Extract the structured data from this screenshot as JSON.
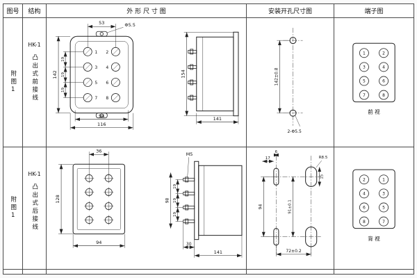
{
  "header": {
    "figure": "图号",
    "structure": "结构",
    "outline": "外 形 尺 寸 图",
    "mounting": "安装开孔尺寸图",
    "terminal": "端子图"
  },
  "row1": {
    "figure": "附图1",
    "model": "HK-1",
    "type": "凸出式前接线",
    "outline": {
      "dim_53": "53",
      "dim_hole": "Φ5.5",
      "dim_h": "142",
      "dim_p1": "19",
      "dim_p2": "19",
      "dim_p3": "19",
      "dim_w_in": "94",
      "dim_w_out": "116",
      "dim_side_h": "154",
      "dim_depth": "141",
      "t1": "1",
      "t2": "2",
      "t3": "3",
      "t4": "4",
      "t5": "5",
      "t6": "6",
      "t7": "7",
      "t8": "8"
    },
    "mounting": {
      "spacing": "142±0.8",
      "holes": "2-Φ5.5"
    },
    "terminal": {
      "n1": "1",
      "n2": "2",
      "n3": "3",
      "n4": "4",
      "n5": "5",
      "n6": "6",
      "n7": "7",
      "n8": "8",
      "caption": "前 视"
    }
  },
  "row2": {
    "figure": "附图1",
    "model": "HK-1",
    "type": "凸出式后接线",
    "outline": {
      "dim_36": "36",
      "dim_h": "128",
      "dim_w": "94",
      "screw": "M5",
      "dim_98": "98",
      "dim_p1": "19",
      "dim_p2": "19",
      "dim_p3": "19",
      "dim_30": "30",
      "dim_depth": "141"
    },
    "mounting": {
      "d17": "17",
      "d6": "6",
      "d15": "15",
      "radius": "R8.5",
      "dv": "94",
      "dv2": "91±0.1",
      "dw": "72±0.2"
    },
    "terminal": {
      "n1": "2",
      "n2": "1",
      "n3": "4",
      "n4": "3",
      "n5": "6",
      "n6": "5",
      "n7": "8",
      "n8": "7",
      "caption": "背 视"
    }
  }
}
